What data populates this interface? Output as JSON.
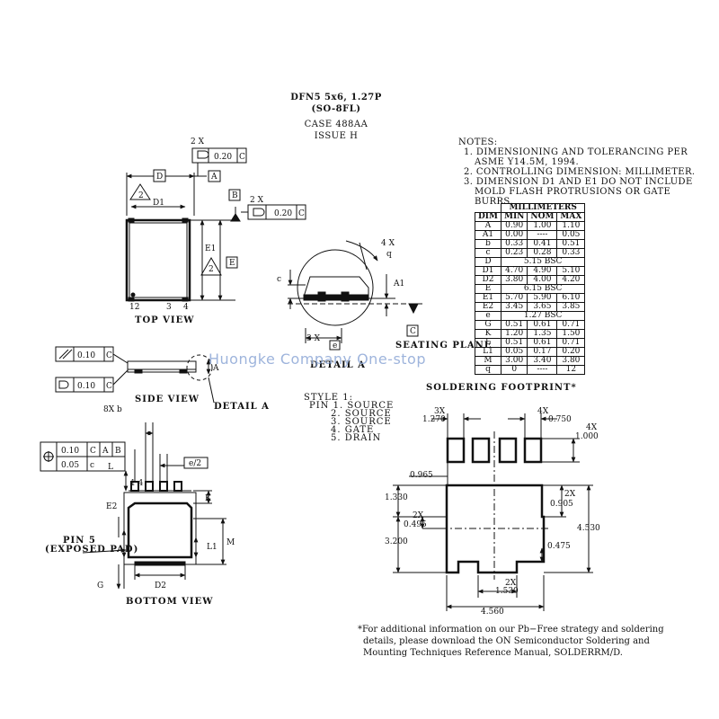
{
  "header": {
    "line1": "DFN5 5x6, 1.27P",
    "line2": "(SO-8FL)",
    "line3": "CASE 488AA",
    "line4": "ISSUE H"
  },
  "notes": {
    "title": "NOTES:",
    "lines": [
      "1. DIMENSIONING AND TOLERANCING PER",
      "    ASME Y14.5M, 1994.",
      "2. CONTROLLING DIMENSION: MILLIMETER.",
      "3. DIMENSION D1 AND E1 DO NOT INCLUDE",
      "    MOLD FLASH PROTRUSIONS OR GATE",
      "    BURRS."
    ]
  },
  "table": {
    "group_header": "MILLIMETERS",
    "columns": [
      "DIM",
      "MIN",
      "NOM",
      "MAX"
    ],
    "rows": [
      [
        "A",
        "0.90",
        "1.00",
        "1.10"
      ],
      [
        "A1",
        "0.00",
        "----",
        "0.05"
      ],
      [
        "b",
        "0.33",
        "0.41",
        "0.51"
      ],
      [
        "c",
        "0.23",
        "0.28",
        "0.33"
      ],
      [
        "D",
        "5.15 BSC",
        "",
        ""
      ],
      [
        "D1",
        "4.70",
        "4.90",
        "5.10"
      ],
      [
        "D2",
        "3.80",
        "4.00",
        "4.20"
      ],
      [
        "E",
        "6.15 BSC",
        "",
        ""
      ],
      [
        "E1",
        "5.70",
        "5.90",
        "6.10"
      ],
      [
        "E2",
        "3.45",
        "3.65",
        "3.85"
      ],
      [
        "e",
        "1.27 BSC",
        "",
        ""
      ],
      [
        "G",
        "0.51",
        "0.61",
        "0.71"
      ],
      [
        "K",
        "1.20",
        "1.35",
        "1.50"
      ],
      [
        "L",
        "0.51",
        "0.61",
        "0.71"
      ],
      [
        "L1",
        "0.05",
        "0.17",
        "0.20"
      ],
      [
        "M",
        "3.00",
        "3.40",
        "3.80"
      ],
      [
        "q",
        "0",
        "----",
        "12"
      ]
    ]
  },
  "views": {
    "top": "TOP VIEW",
    "side": "SIDE VIEW",
    "detail_a_ref": "DETAIL A",
    "detail_a": "DETAIL A",
    "bottom": "BOTTOM VIEW",
    "seating_plane": "SEATING PLANE",
    "pin5_line1": "PIN 5",
    "pin5_line2": "(EXPOSED PAD)"
  },
  "labels": {
    "D": "D",
    "D1": "D1",
    "E1": "E1",
    "E": "E",
    "A": "A",
    "B": "B",
    "C": "C",
    "two_x": "2 X",
    "tol_020": "0.20",
    "tol_010": "0.10",
    "tol_005": "0.05",
    "pin_12": "12",
    "pin_3": "3",
    "pin_4": "4",
    "tri_2": "2",
    "c": "c",
    "A1": "A1",
    "four_x": "4 X",
    "q": "q",
    "three_x": "3 X",
    "e": "e",
    "eight_x": "8X",
    "b": "b",
    "L": "L",
    "K": "K",
    "M": "M",
    "L1": "L1",
    "G": "G",
    "D2": "D2",
    "E2": "E2",
    "e_half": "e/2",
    "pin_14": "1 4"
  },
  "style1": {
    "title": "STYLE 1:",
    "pins": [
      "PIN 1. SOURCE",
      "2. SOURCE",
      "3. SOURCE",
      "4. GATE",
      "5. DRAIN"
    ]
  },
  "footprint": {
    "title": "SOLDERING FOOTPRINT*",
    "dims": {
      "d_3x": "3X",
      "d_1270": "1.270",
      "d_4x_a": "4X",
      "d_0750": "0.750",
      "d_4x_b": "4X",
      "d_1000": "1.000",
      "d_0965": "0.965",
      "d_1330": "1.330",
      "d_2x_a": "2X",
      "d_0905": "0.905",
      "d_2x_b": "2X",
      "d_0495": "0.495",
      "d_4530": "4.530",
      "d_3200": "3.200",
      "d_0475": "0.475",
      "d_2x_c": "2X",
      "d_1530": "1.530",
      "d_4560": "4.560"
    }
  },
  "footnote": {
    "lines": [
      "*For additional information on our Pb−Free strategy and soldering",
      "details, please download the ON Semiconductor Soldering and",
      "Mounting Techniques Reference Manual, SOLDERRM/D."
    ]
  },
  "watermark": "Huongke  Company  One-stop"
}
